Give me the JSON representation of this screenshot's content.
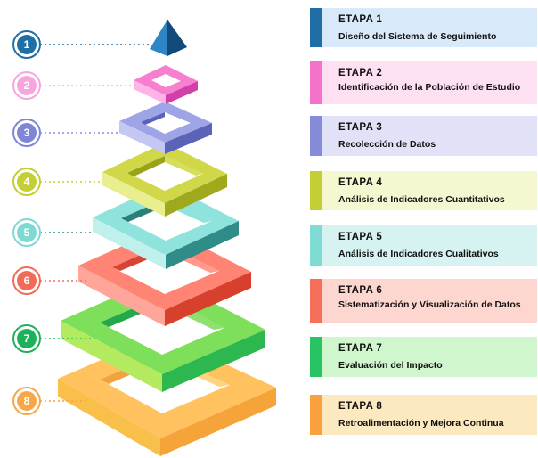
{
  "colors": {
    "s1": "#1f6fa6",
    "s2": "#f06cc8",
    "s3": "#7f86d6",
    "s4": "#c7cf3a",
    "s5": "#7fd9d3",
    "s6": "#f26a58",
    "s7": "#33c36b",
    "s8": "#f7a74a"
  },
  "badges": [
    "1",
    "2",
    "3",
    "4",
    "5",
    "6",
    "7",
    "8"
  ],
  "stages": [
    {
      "title": "ETAPA 1",
      "description": "Diseño del Sistema de Seguimiento",
      "bg": "#d8eafa",
      "accent": "#1f6fa6"
    },
    {
      "title": "ETAPA 2",
      "description": "Identificación de la Población de Estudio",
      "bg": "#fde1f3",
      "accent": "#f472c9"
    },
    {
      "title": "ETAPA 3",
      "description": "Recolección de Datos",
      "bg": "#e1e2f7",
      "accent": "#858bd8"
    },
    {
      "title": "ETAPA 4",
      "description": "Análisis de Indicadores Cuantitativos",
      "bg": "#f4f7cf",
      "accent": "#c4cf35"
    },
    {
      "title": "ETAPA 5",
      "description": "Análisis de Indicadores Cualitativos",
      "bg": "#d7f3f1",
      "accent": "#7fdcd4"
    },
    {
      "title": "ETAPA 6",
      "description": "Sistematización y Visualización de Datos",
      "bg": "#fdd6d0",
      "accent": "#f56f5b"
    },
    {
      "title": "ETAPA 7",
      "description": "Evaluación del Impacto",
      "bg": "#cff6cd",
      "accent": "#28c463"
    },
    {
      "title": "ETAPA 8",
      "description": "Retroalimentación y Mejora Continua",
      "bg": "#fde9bf",
      "accent": "#f9a03f"
    }
  ]
}
